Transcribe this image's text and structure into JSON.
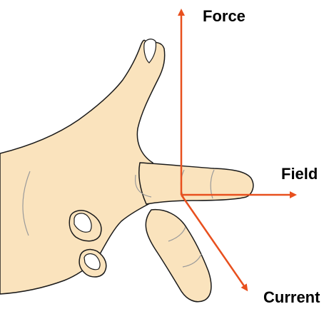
{
  "labels": {
    "force": "Force",
    "field": "Field",
    "current": "Current"
  },
  "colors": {
    "arrow": "#e8501e",
    "skin": "#fae3bd",
    "skin_outline": "#1a1a1a",
    "crease": "#9a9a9a",
    "nail": "#ffffff",
    "label_text": "#000000"
  }
}
